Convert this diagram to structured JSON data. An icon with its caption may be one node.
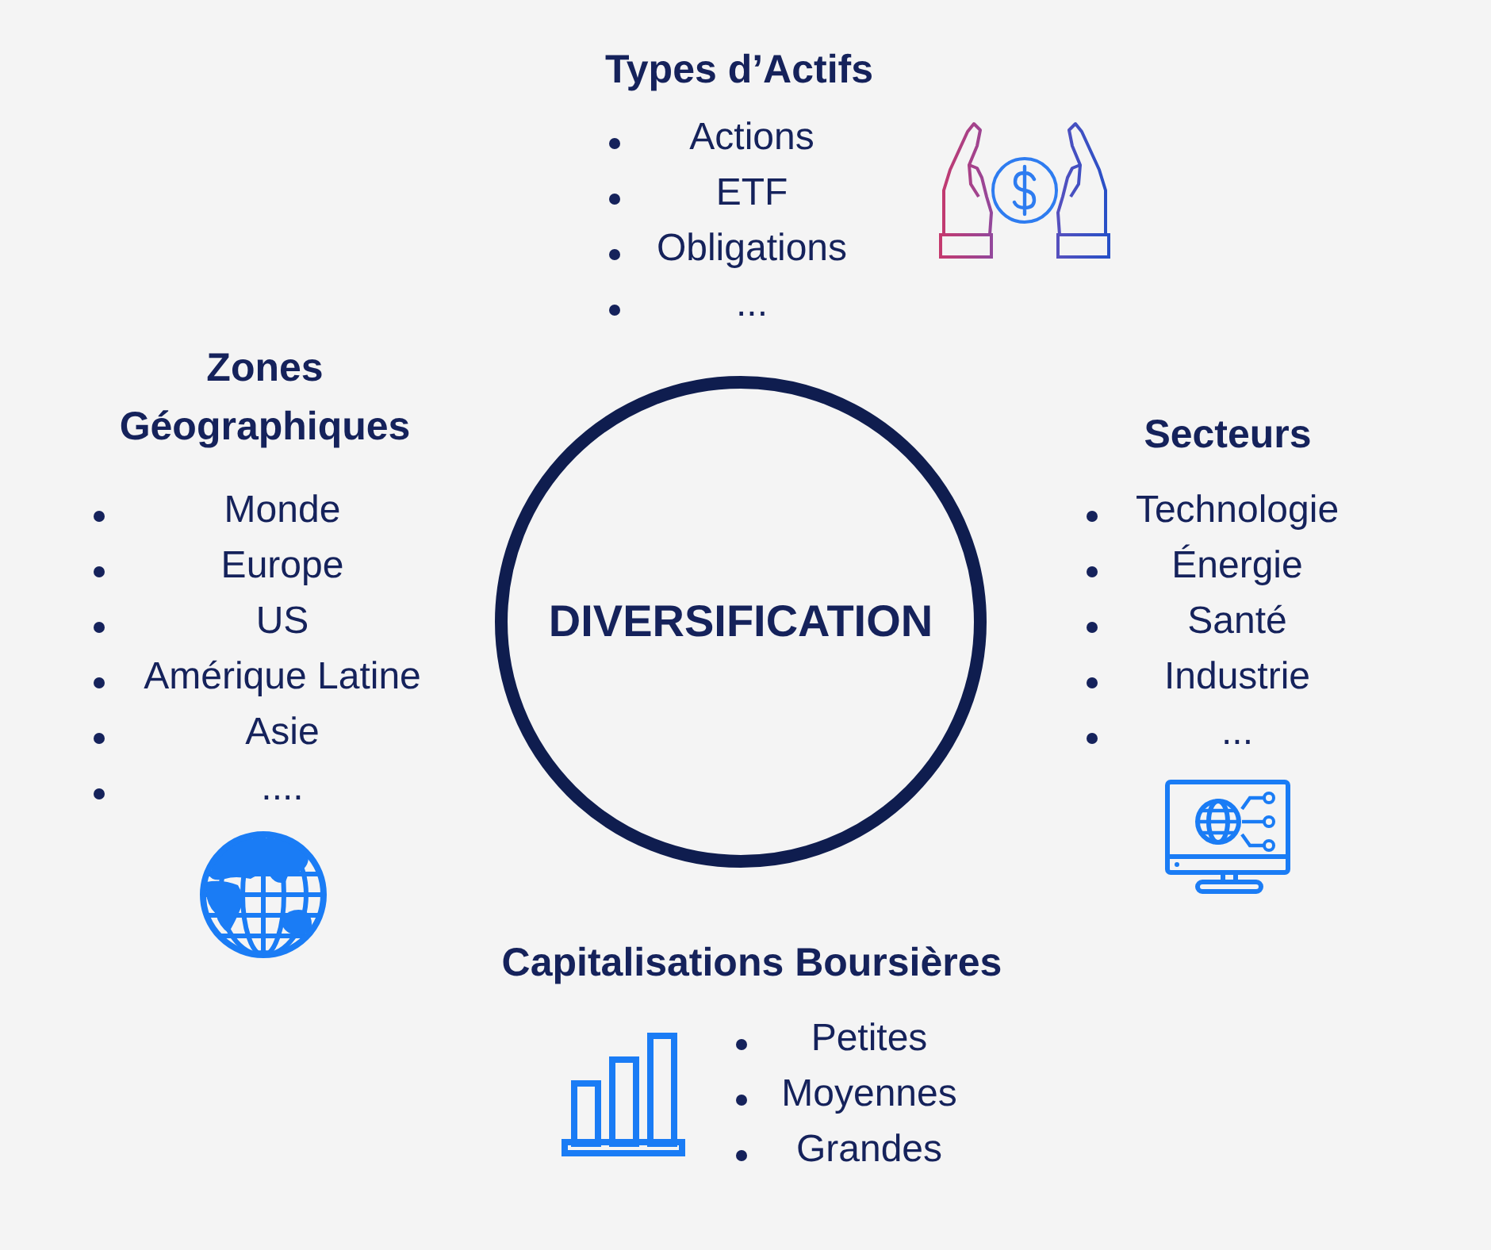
{
  "diagram": {
    "nodes": [
      {
        "text": [
          "DIVERSIFICATION"
        ]
      }
    ],
    "labels": [
      "Types d’Actifs",
      "Actions",
      "ETF",
      "Obligations",
      "...",
      "Zones Géographiques",
      "Monde",
      "Europe",
      "US",
      "Amérique Latine",
      "Asie",
      "....",
      "Secteurs",
      "Technologie",
      "Énergie",
      "Santé",
      "Industrie",
      "...",
      "Capitalisations Boursières",
      "Petites",
      "Moyennes",
      "Grandes"
    ]
  }
}
